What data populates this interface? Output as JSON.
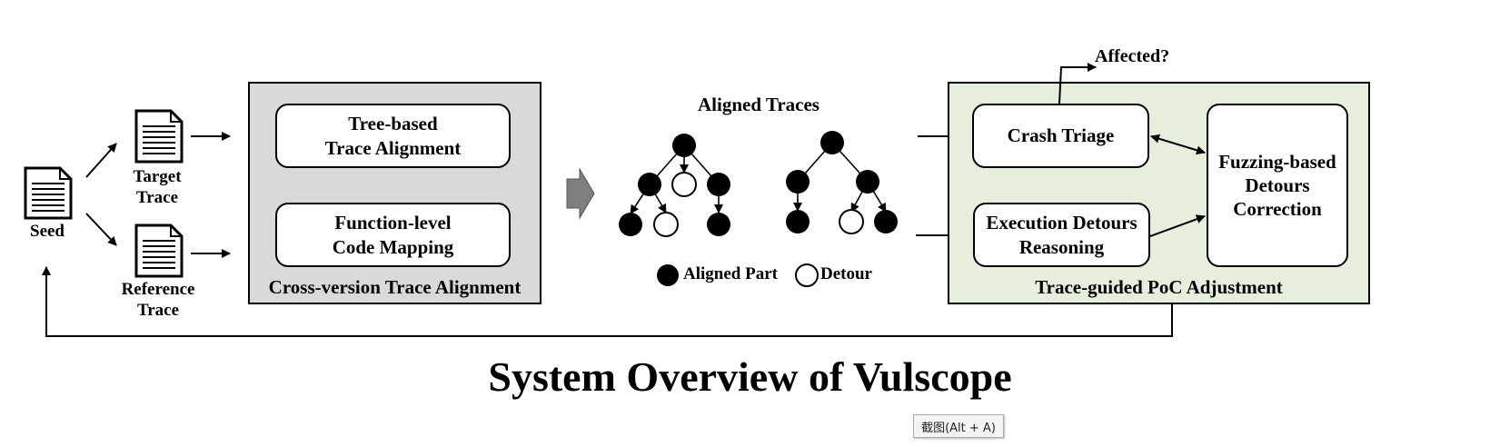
{
  "diagram": {
    "title": "System Overview of Vulscope",
    "seed_label": "Seed",
    "target_trace_label": "Target\nTrace",
    "reference_trace_label": "Reference\nTrace",
    "alignment_panel": {
      "caption": "Cross-version Trace Alignment",
      "tree_alignment": "Tree-based\nTrace Alignment",
      "code_mapping": "Function-level\nCode Mapping"
    },
    "aligned_traces": {
      "title": "Aligned Traces",
      "legend_aligned": "Aligned Part",
      "legend_detour": "Detour"
    },
    "adjustment_panel": {
      "caption": "Trace-guided PoC Adjustment",
      "crash_triage": "Crash Triage",
      "detours_reasoning": "Execution Detours\nReasoning",
      "fuzzing_correction": "Fuzzing-based\nDetours\nCorrection",
      "affected": "Affected?"
    }
  },
  "tooltip": "截图(Alt + A)",
  "colors": {
    "gray_panel": "#d9d9d9",
    "green_panel": "#e6efdc",
    "arrow_gray": "#7f7f7f"
  }
}
